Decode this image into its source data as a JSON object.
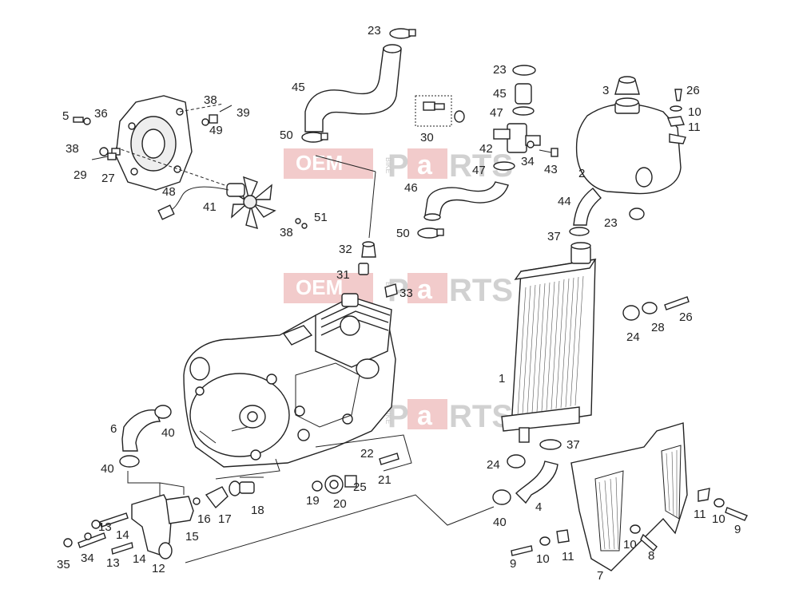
{
  "diagram": {
    "labels": [
      "1",
      "2",
      "3",
      "4",
      "5",
      "6",
      "7",
      "8",
      "9",
      "10",
      "11",
      "12",
      "13",
      "14",
      "15",
      "16",
      "17",
      "18",
      "19",
      "20",
      "21",
      "22",
      "23",
      "24",
      "25",
      "26",
      "27",
      "28",
      "29",
      "30",
      "31",
      "32",
      "33",
      "34",
      "35",
      "36",
      "37",
      "38",
      "39",
      "40",
      "41",
      "42",
      "43",
      "44",
      "45",
      "46",
      "47",
      "48",
      "49",
      "50",
      "51"
    ]
  },
  "watermark": {
    "brand_left": "OEM",
    "brand_small": "BIKE",
    "brand_right_p": "P",
    "brand_right_a": "a",
    "brand_right_rts": "RTS"
  }
}
